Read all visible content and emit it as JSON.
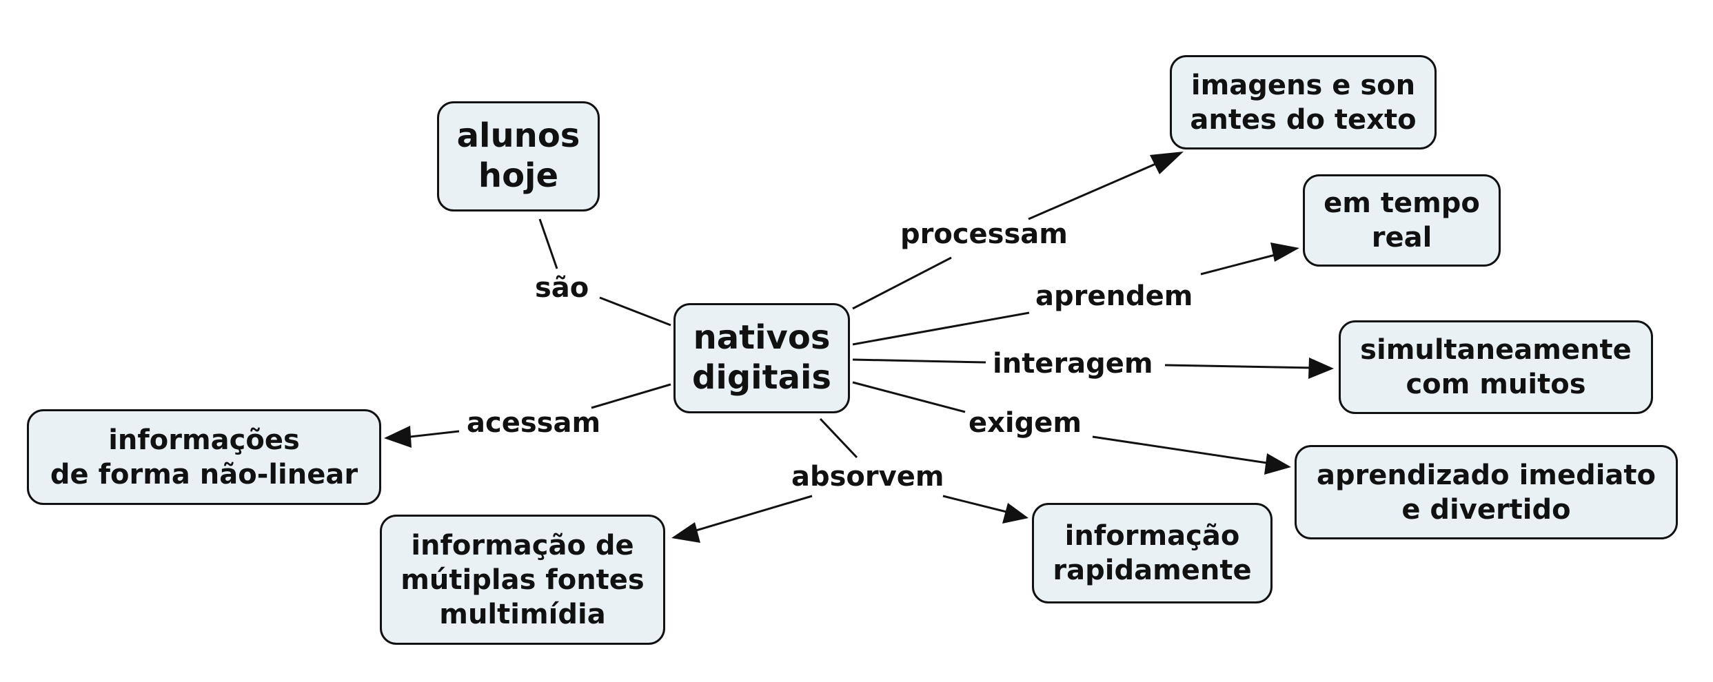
{
  "colors": {
    "node_fill": "#e9f1f5",
    "stroke": "#111111",
    "background": "#ffffff"
  },
  "concepts": {
    "alunos_hoje": [
      "alunos",
      "hoje"
    ],
    "nativos_digitais": [
      "nativos",
      "digitais"
    ],
    "imagens_e_son": [
      "imagens e son",
      "antes do texto"
    ],
    "em_tempo_real": [
      "em tempo",
      "real"
    ],
    "simultaneamente": [
      "simultaneamente",
      "com muitos"
    ],
    "aprendizado": [
      "aprendizado imediato",
      "e divertido"
    ],
    "informacao_rapidamente": [
      "informação",
      "rapidamente"
    ],
    "informacao_multiplas": [
      "informação de",
      "mútiplas fontes",
      "multimídia"
    ],
    "informacoes_nao_linear": [
      "informações",
      "de forma não-linear"
    ]
  },
  "links": {
    "sao": "são",
    "processam": "processam",
    "aprendem": "aprendem",
    "interagem": "interagem",
    "exigem": "exigem",
    "absorvem": "absorvem",
    "acessam": "acessam"
  }
}
